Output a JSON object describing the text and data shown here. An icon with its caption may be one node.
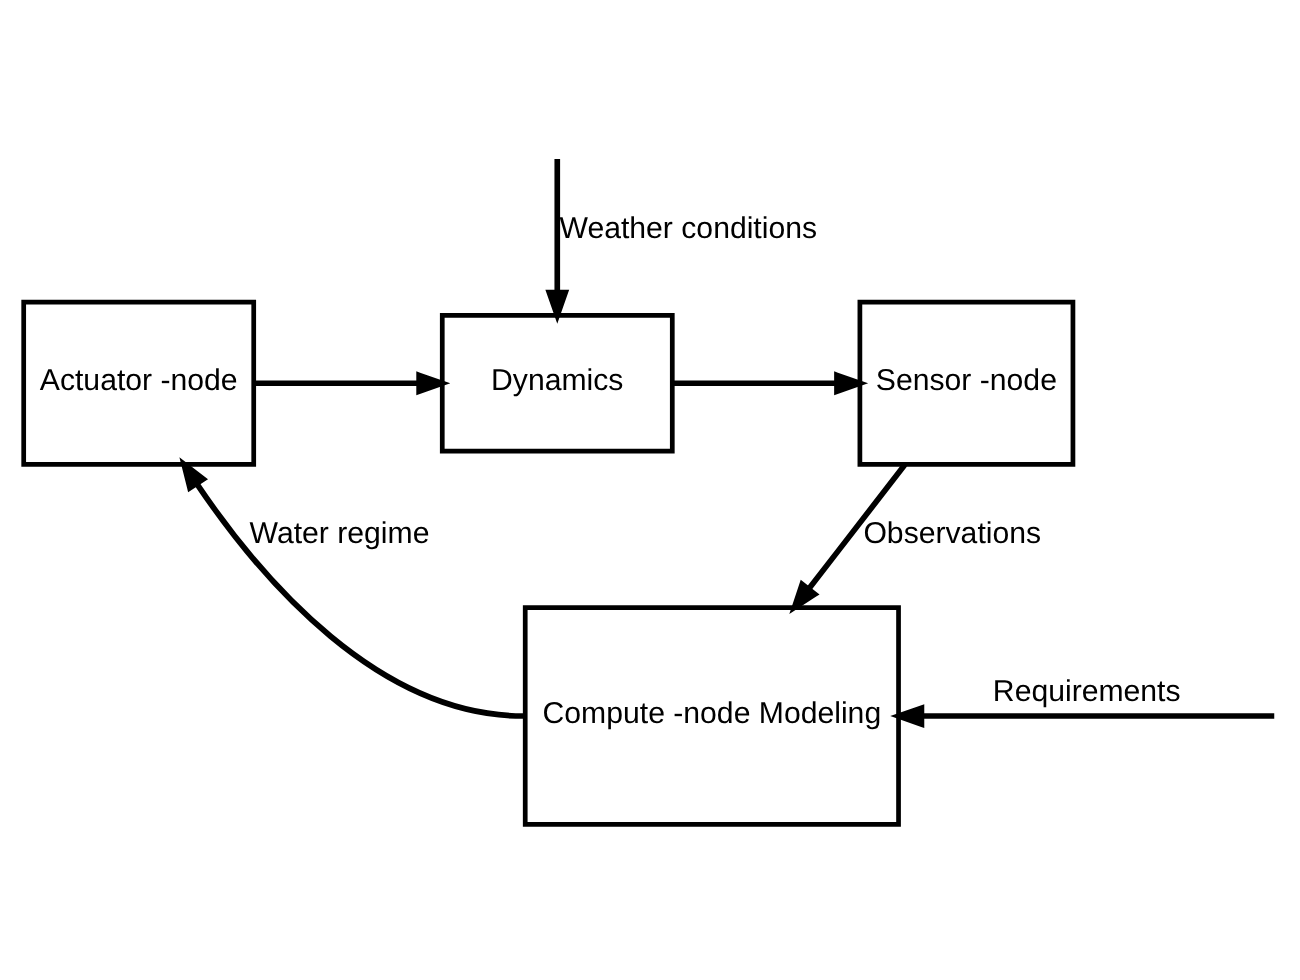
{
  "diagram": {
    "nodes": [
      {
        "text": [
          "Actuator -node"
        ]
      },
      {
        "text": [
          "Dynamics"
        ]
      },
      {
        "text": [
          "Sensor -node"
        ]
      },
      {
        "text": [
          "Compute -node Modeling"
        ]
      }
    ],
    "edges": [
      {
        "from": 0,
        "to": 1,
        "arrow": "to"
      },
      {
        "from": 1,
        "to": 2,
        "arrow": "to"
      },
      {
        "from": 2,
        "to": 3,
        "arrow": "to",
        "label": "Observations"
      },
      {
        "from": 3,
        "to": 0,
        "arrow": "to",
        "label": "Water regime"
      },
      {
        "from": null,
        "to": 1,
        "arrow": "to",
        "label": "Weather conditions"
      },
      {
        "from": null,
        "to": 3,
        "arrow": "to",
        "label": "Requirements"
      }
    ]
  }
}
